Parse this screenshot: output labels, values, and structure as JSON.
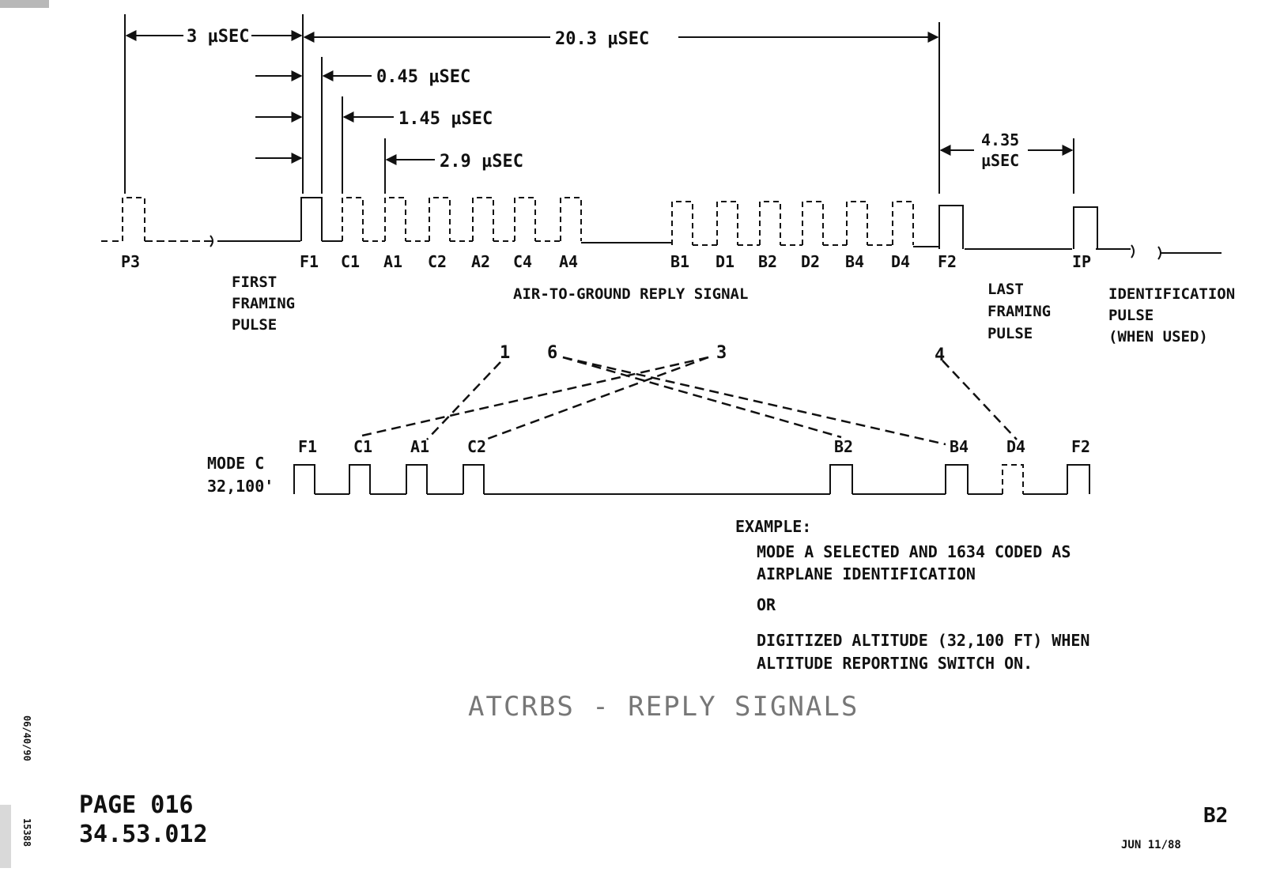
{
  "timing": {
    "p3_to_f1": "3 µSEC",
    "f1_to_f2": "20.3 µSEC",
    "f1_to_c1": "0.45 µSEC",
    "f1_to_a1": "1.45 µSEC",
    "f1_to_c2": "2.9 µSEC",
    "f2_to_ip_value": "4.35",
    "f2_to_ip_unit": "µSEC"
  },
  "reply_signal": {
    "pulses": [
      {
        "label": "P3"
      },
      {
        "label": "F1"
      },
      {
        "label": "C1"
      },
      {
        "label": "A1"
      },
      {
        "label": "C2"
      },
      {
        "label": "A2"
      },
      {
        "label": "C4"
      },
      {
        "label": "A4"
      },
      {
        "label": "B1"
      },
      {
        "label": "D1"
      },
      {
        "label": "B2"
      },
      {
        "label": "D2"
      },
      {
        "label": "B4"
      },
      {
        "label": "D4"
      },
      {
        "label": "F2"
      },
      {
        "label": "IP"
      }
    ],
    "center_label": "AIR-TO-GROUND REPLY SIGNAL",
    "first_framing": [
      "FIRST",
      "FRAMING",
      "PULSE"
    ],
    "last_framing": [
      "LAST",
      "FRAMING",
      "PULSE"
    ],
    "identification": [
      "IDENTIFICATION",
      "PULSE",
      "(WHEN USED)"
    ]
  },
  "callouts": {
    "c1": "1",
    "c6": "6",
    "c3": "3",
    "c4": "4"
  },
  "mode_c": {
    "line1": "MODE C",
    "line2": "32,100'",
    "pulses": [
      {
        "label": "F1"
      },
      {
        "label": "C1"
      },
      {
        "label": "A1"
      },
      {
        "label": "C2"
      },
      {
        "label": "B2"
      },
      {
        "label": "B4"
      },
      {
        "label": "D4"
      },
      {
        "label": "F2"
      }
    ]
  },
  "example": {
    "heading": "EXAMPLE:",
    "line1": "MODE A SELECTED AND 1634 CODED AS",
    "line2": "AIRPLANE IDENTIFICATION",
    "or": "OR",
    "line3": "DIGITIZED ALTITUDE (32,100 FT) WHEN",
    "line4": "ALTITUDE REPORTING SWITCH ON."
  },
  "title": "ATCRBS - REPLY SIGNALS",
  "footer": {
    "page": "PAGE 016",
    "ref": "34.53.012",
    "side_date": "06/40/90",
    "side_num": "15388",
    "stamp_num": "B2",
    "stamp_date": "JUN 11/88"
  }
}
